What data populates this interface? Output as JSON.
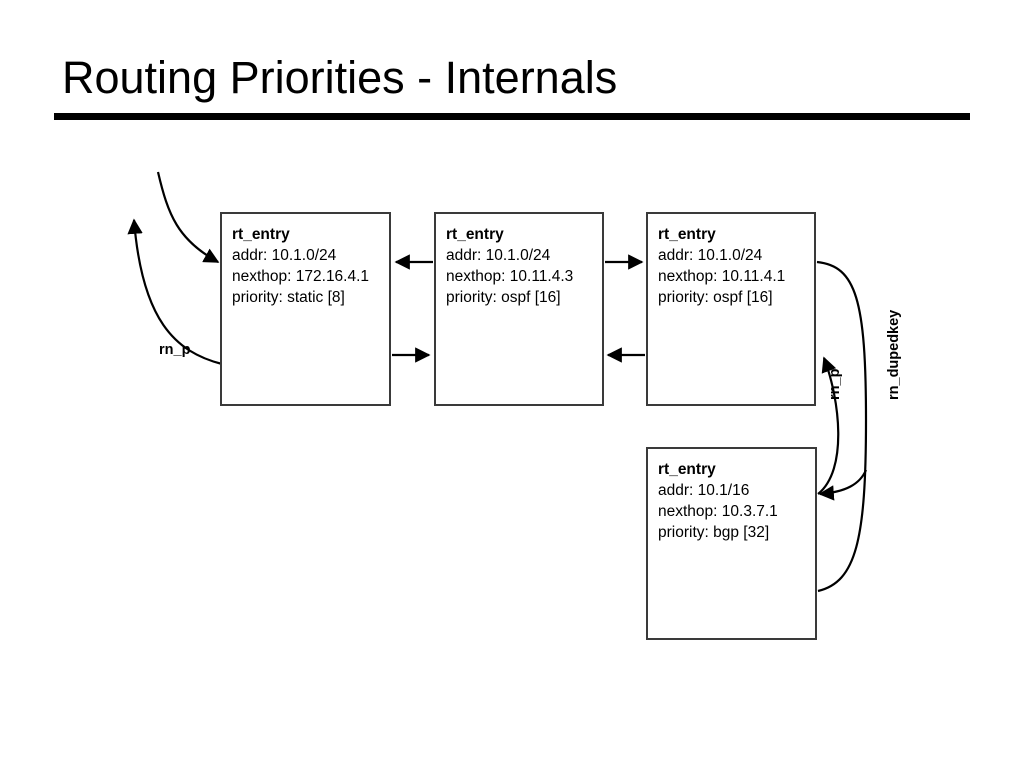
{
  "slide": {
    "title": "Routing Priorities - Internals"
  },
  "diagram": {
    "type": "linked-list-structure",
    "nodes": [
      {
        "id": "node-1",
        "title": "rt_entry",
        "fields": [
          "addr: 10.1.0/24",
          "nexthop: 172.16.4.1",
          "priority: static [8]"
        ]
      },
      {
        "id": "node-2",
        "title": "rt_entry",
        "fields": [
          "addr: 10.1.0/24",
          "nexthop: 10.11.4.3",
          "priority: ospf [16]"
        ]
      },
      {
        "id": "node-3",
        "title": "rt_entry",
        "fields": [
          "addr: 10.1.0/24",
          "nexthop: 10.11.4.1",
          "priority: ospf [16]"
        ]
      },
      {
        "id": "node-4",
        "title": "rt_entry",
        "fields": [
          "addr: 10.1/16",
          "nexthop: 10.3.7.1",
          "priority: bgp [32]"
        ]
      }
    ],
    "edge_labels": {
      "rn_p_left": "rn_p",
      "rn_p_right": "rn_p",
      "rn_dupedkey": "rn_dupedkey"
    }
  }
}
